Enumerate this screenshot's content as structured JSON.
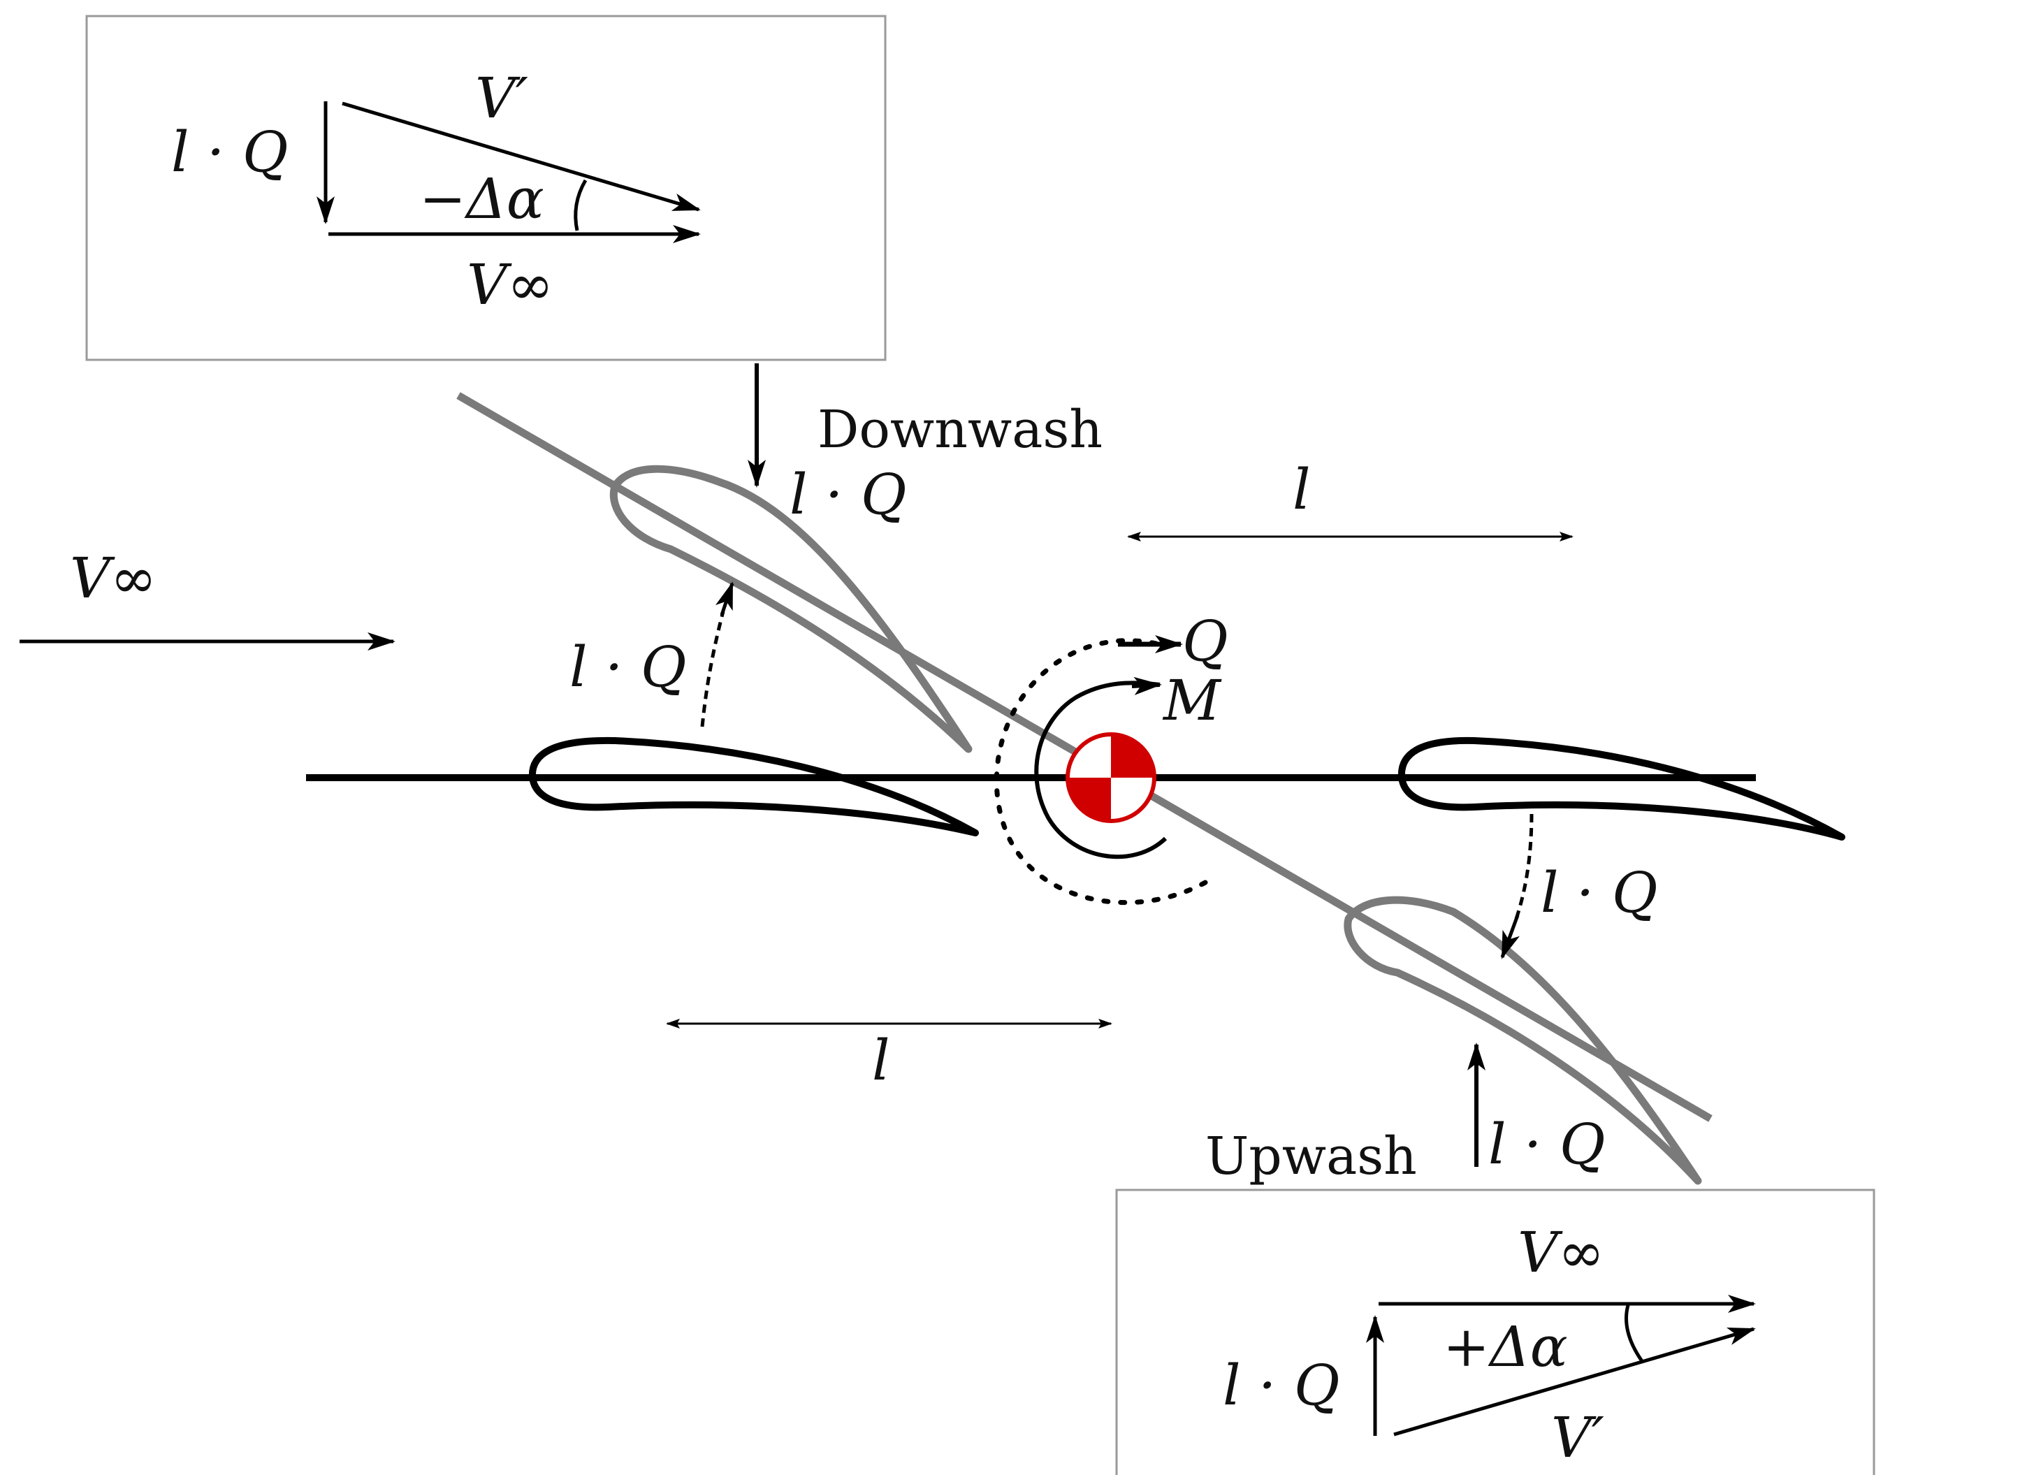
{
  "labels": {
    "downwash": "Downwash",
    "upwash": "Upwash",
    "v_inf": "V∞",
    "v_prime": "V′",
    "lq": "l · Q",
    "q": "Q",
    "m": "M",
    "l": "l",
    "minus_dalpha": "−Δα",
    "plus_dalpha": "+Δα"
  },
  "colors": {
    "ink": "#000000",
    "pitched_airfoil": "#7a7a7a",
    "cg_marker": "#d10000",
    "panel_border": "#9a9a9a"
  }
}
